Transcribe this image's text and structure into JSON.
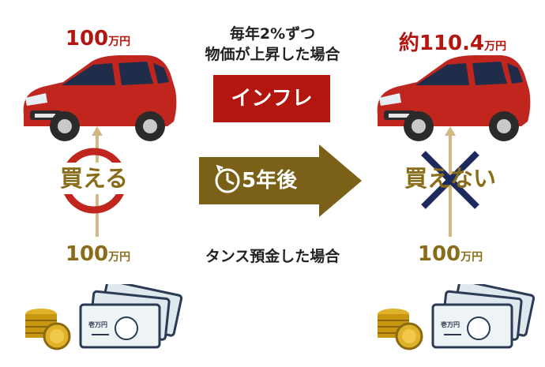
{
  "left": {
    "top_price": {
      "number": "100",
      "unit": "万円"
    },
    "status_label": "買える",
    "bottom_price": {
      "number": "100",
      "unit": "万円"
    }
  },
  "center": {
    "inflation_text_line1": "毎年2%ずつ",
    "inflation_text_line2": "物価が上昇した場合",
    "inflation_banner": "インフレ",
    "time_label": "5年後",
    "savings_text": "タンス預金した場合"
  },
  "right": {
    "top_price": {
      "number": "約110.4",
      "unit": "万円"
    },
    "status_label": "買えない",
    "bottom_price": {
      "number": "100",
      "unit": "万円"
    }
  },
  "banknote_text": "壱万円",
  "colors": {
    "red": "#b3150f",
    "gold": "#8a6d1a",
    "arrow_gold": "#7a6117",
    "navy": "#1c2a5e"
  }
}
